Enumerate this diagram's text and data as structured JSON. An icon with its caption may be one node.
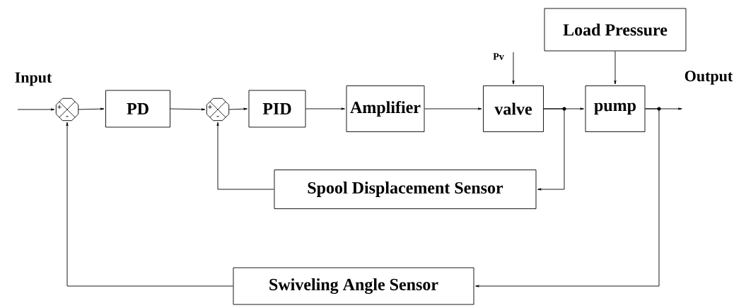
{
  "diagram": {
    "nodes": [
      {
        "text": [],
        "shape": "octagon"
      },
      {
        "text": [
          "PD"
        ]
      },
      {
        "text": [],
        "shape": "octagon"
      },
      {
        "text": [
          "PID"
        ]
      },
      {
        "text": [
          "Amplifier"
        ]
      },
      {
        "text": [
          "valve"
        ]
      },
      {
        "text": [
          "pump"
        ]
      },
      {
        "text": [
          "Load Pressure"
        ]
      },
      {
        "text": [
          "Spool Displacement Sensor"
        ]
      },
      {
        "text": [
          "Swiveling Angle Sensor"
        ]
      },
      {
        "text": [
          "Output"
        ]
      },
      {
        "text": [
          "Pv"
        ]
      }
    ],
    "edges": [
      {
        "from": null,
        "to": 0,
        "arrow": "to"
      },
      {
        "from": 0,
        "to": 1,
        "arrow": "to"
      },
      {
        "from": 1,
        "to": 2,
        "arrow": "to"
      },
      {
        "from": 2,
        "to": 3,
        "arrow": "to"
      },
      {
        "from": 3,
        "to": 4,
        "arrow": "to"
      },
      {
        "from": 4,
        "to": 5,
        "arrow": "to"
      },
      {
        "from": 11,
        "to": 5,
        "arrow": "to"
      },
      {
        "from": 5,
        "to": 6,
        "arrow": "to"
      },
      {
        "from": 5,
        "to": 8,
        "arrow": "to"
      },
      {
        "from": 7,
        "to": 6,
        "arrow": "to"
      },
      {
        "from": 6,
        "to": 10,
        "arrow": "to"
      },
      {
        "from": 6,
        "to": 9,
        "arrow": "to"
      },
      {
        "from": 8,
        "to": 2,
        "arrow": "to"
      },
      {
        "from": 9,
        "to": 0,
        "arrow": "to"
      }
    ],
    "labels": [
      "Input",
      "+",
      "-",
      "+",
      "-"
    ]
  }
}
